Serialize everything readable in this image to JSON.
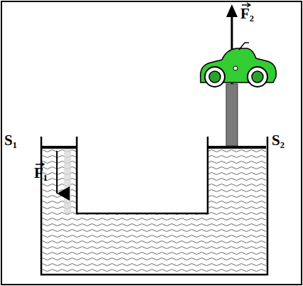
{
  "diagram": {
    "labels": [
      "S₁",
      "S₂",
      "F₁",
      "F₂"
    ]
  }
}
